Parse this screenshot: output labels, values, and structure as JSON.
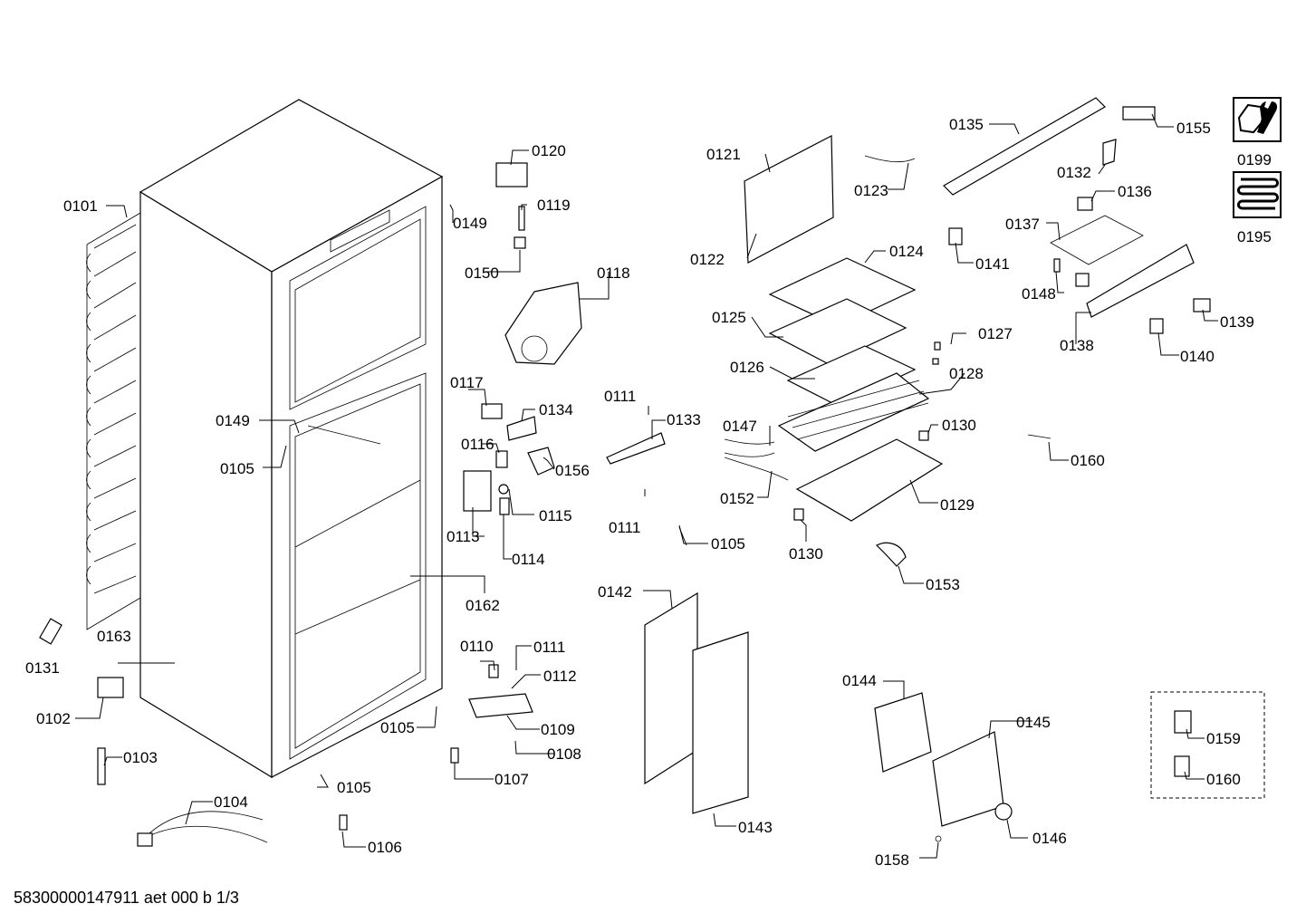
{
  "footer": {
    "document_id": "58300000147911 aet 000 b 1/3"
  },
  "labels": {
    "0101": "0101",
    "0102": "0102",
    "0103": "0103",
    "0104": "0104",
    "0105a": "0105",
    "0105b": "0105",
    "0105c": "0105",
    "0105d": "0105",
    "0106": "0106",
    "0107": "0107",
    "0108": "0108",
    "0109": "0109",
    "0110": "0110",
    "0111a": "0111",
    "0111b": "0111",
    "0111c": "0111",
    "0112": "0112",
    "0113": "0113",
    "0114": "0114",
    "0115": "0115",
    "0116": "0116",
    "0117": "0117",
    "0118": "0118",
    "0119": "0119",
    "0120": "0120",
    "0121": "0121",
    "0122": "0122",
    "0123": "0123",
    "0124": "0124",
    "0125": "0125",
    "0126": "0126",
    "0127": "0127",
    "0128": "0128",
    "0129": "0129",
    "0130a": "0130",
    "0130b": "0130",
    "0131": "0131",
    "0132": "0132",
    "0133": "0133",
    "0134": "0134",
    "0135": "0135",
    "0136": "0136",
    "0137": "0137",
    "0138": "0138",
    "0139": "0139",
    "0140": "0140",
    "0141": "0141",
    "0142": "0142",
    "0143": "0143",
    "0144": "0144",
    "0145": "0145",
    "0146": "0146",
    "0147": "0147",
    "0148": "0148",
    "0149a": "0149",
    "0149b": "0149",
    "0150": "0150",
    "0152": "0152",
    "0153": "0153",
    "0155": "0155",
    "0156": "0156",
    "0158": "0158",
    "0159": "0159",
    "0160a": "0160",
    "0160b": "0160",
    "0162": "0162",
    "0163": "0163",
    "0195": "0195",
    "0199": "0199"
  },
  "icons": {
    "tools": "wrench-nut-icon",
    "evaporator": "coil-icon"
  }
}
